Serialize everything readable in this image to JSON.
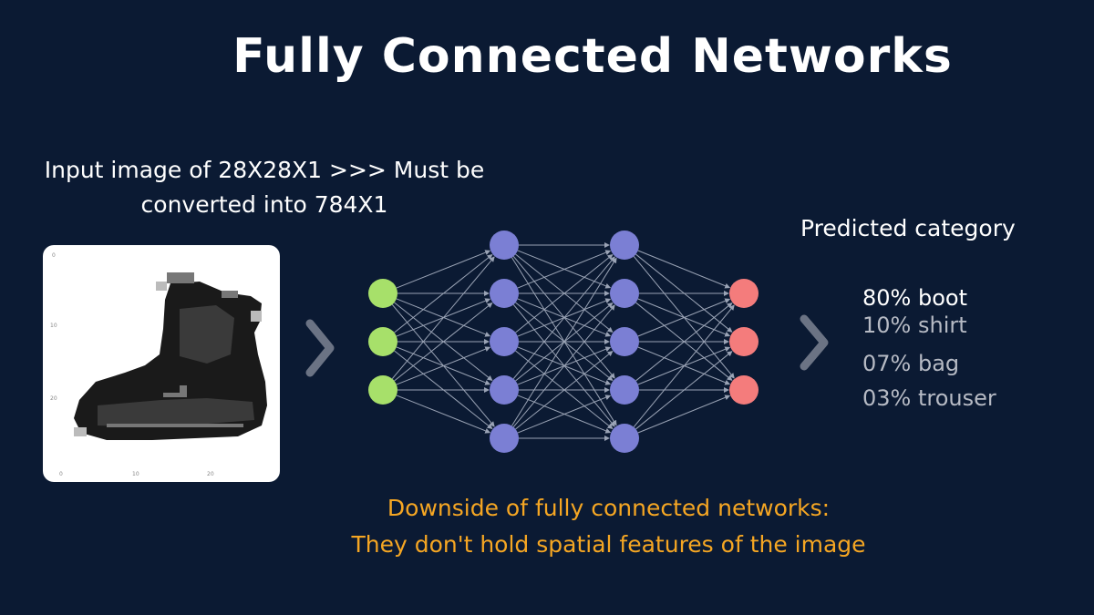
{
  "title": "Fully Connected Networks",
  "input_caption": "Input image of 28X28X1 >>> Must be converted into 784X1",
  "input_image": {
    "axis_y_ticks": [
      "0",
      "10",
      "20"
    ],
    "axis_x_ticks": [
      "0",
      "10",
      "20"
    ]
  },
  "network": {
    "layers": [
      3,
      5,
      5,
      3
    ],
    "colors": [
      "#a7e06a",
      "#7b7fd4",
      "#7b7fd4",
      "#f47c7c"
    ],
    "edge_color": "#9aa3b5"
  },
  "arrow_icon": "chevron-right-icon",
  "predicted_heading": "Predicted category",
  "predictions": [
    "80% boot",
    "10% shirt",
    "07% bag",
    "03% trouser"
  ],
  "downside": {
    "line1": "Downside of fully connected networks:",
    "line2": "They don't hold spatial features of the image"
  }
}
